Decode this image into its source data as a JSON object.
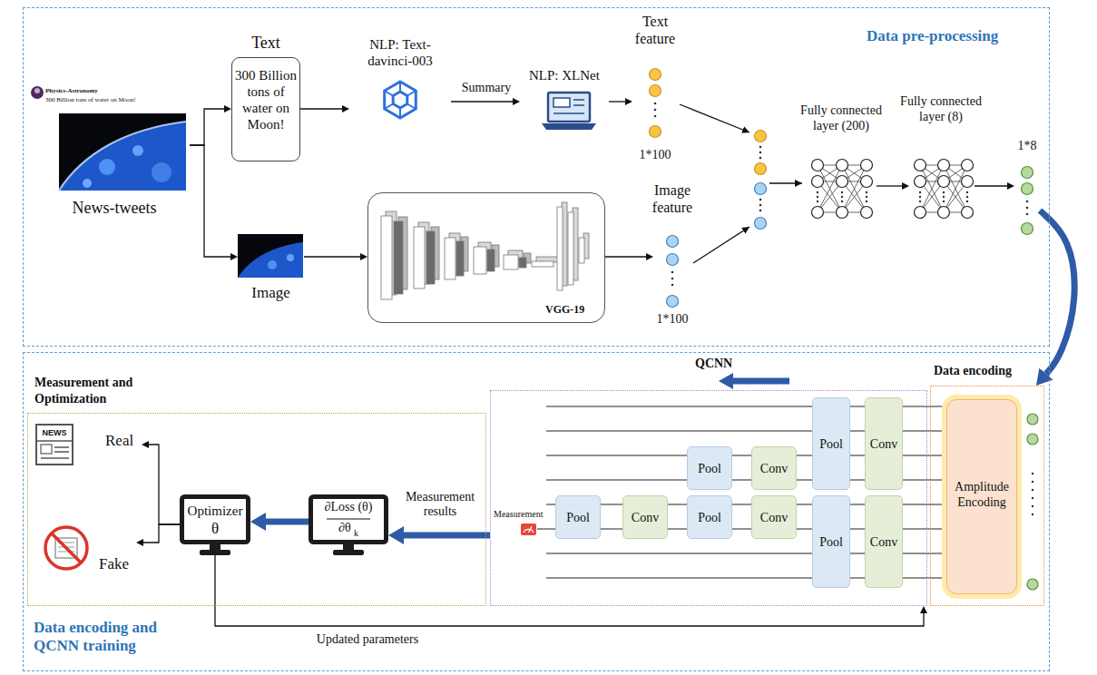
{
  "diagram": {
    "nodes": [
      {
        "text": [
          "Data pre-processing"
        ]
      },
      {
        "text": [
          "Physics-Astronomy",
          "300 Billion tons of water on Moon!",
          "News-tweets"
        ],
        "in": 0
      },
      {
        "text": [
          "Text",
          "300 Billion tons of water on Moon!"
        ],
        "in": 0
      },
      {
        "text": [
          "NLP: Text-davinci-003"
        ],
        "in": 0
      },
      {
        "text": [
          "NLP: XLNet"
        ],
        "in": 0
      },
      {
        "text": [
          "Text feature",
          "1*100"
        ],
        "in": 0
      },
      {
        "text": [
          "Image"
        ],
        "in": 0
      },
      {
        "text": [
          "VGG-19"
        ],
        "in": 0
      },
      {
        "text": [
          "Image feature",
          "1*100"
        ],
        "in": 0
      },
      {
        "text": [
          "Fully connected layer (200)"
        ],
        "in": 0
      },
      {
        "text": [
          "Fully connected layer (8)"
        ],
        "in": 0
      },
      {
        "text": [
          "1*8"
        ],
        "in": 0
      },
      {
        "text": [
          "Data encoding and QCNN training"
        ]
      },
      {
        "text": [
          "Measurement and Optimization"
        ],
        "in": 12
      },
      {
        "text": [
          "NEWS",
          "Real"
        ],
        "in": 13
      },
      {
        "text": [
          "Fake"
        ],
        "in": 13
      },
      {
        "text": [
          "Optimizer",
          "θ"
        ],
        "in": 13
      },
      {
        "text": [
          "∂Loss (θ)",
          "∂θ",
          "k"
        ],
        "in": 13
      },
      {
        "text": [
          "QCNN"
        ],
        "in": 12
      },
      {
        "text": [
          "Pool"
        ],
        "in": 18
      },
      {
        "text": [
          "Conv"
        ],
        "in": 18
      },
      {
        "text": [
          "Pool"
        ],
        "in": 18
      },
      {
        "text": [
          "Pool"
        ],
        "in": 18
      },
      {
        "text": [
          "Conv"
        ],
        "in": 18
      },
      {
        "text": [
          "Conv"
        ],
        "in": 18
      },
      {
        "text": [
          "Pool"
        ],
        "in": 18
      },
      {
        "text": [
          "Pool"
        ],
        "in": 18
      },
      {
        "text": [
          "Conv"
        ],
        "in": 18
      },
      {
        "text": [
          "Conv"
        ],
        "in": 18
      },
      {
        "text": [
          "Data encoding"
        ],
        "in": 12
      },
      {
        "text": [
          "Amplitude Encoding"
        ],
        "in": 29
      }
    ],
    "edges": [
      {
        "from": 1,
        "to": 2,
        "arrow": "to"
      },
      {
        "from": 1,
        "to": 6,
        "arrow": "to"
      },
      {
        "from": 2,
        "to": 3,
        "arrow": "to"
      },
      {
        "from": 3,
        "to": 4,
        "label": "Summary",
        "arrow": "to"
      },
      {
        "from": 4,
        "to": 5,
        "arrow": "to"
      },
      {
        "from": 6,
        "to": 7,
        "arrow": "to"
      },
      {
        "from": 7,
        "to": 8,
        "arrow": "to"
      },
      {
        "from": 9,
        "to": 10,
        "arrow": "to"
      },
      {
        "from": 10,
        "to": 11,
        "arrow": "to"
      },
      {
        "from": 11,
        "to": 29,
        "arrow": "to"
      },
      {
        "from": 18,
        "to": 17,
        "label": "Measurement results",
        "arrow": "to"
      },
      {
        "from": 17,
        "to": 16,
        "arrow": "to"
      },
      {
        "from": 16,
        "to": 14,
        "arrow": "to"
      },
      {
        "from": 16,
        "to": 15,
        "arrow": "to"
      },
      {
        "from": 16,
        "to": 18,
        "label": "Updated parameters",
        "arrow": "to"
      }
    ],
    "labels": [
      "Measurement"
    ]
  }
}
